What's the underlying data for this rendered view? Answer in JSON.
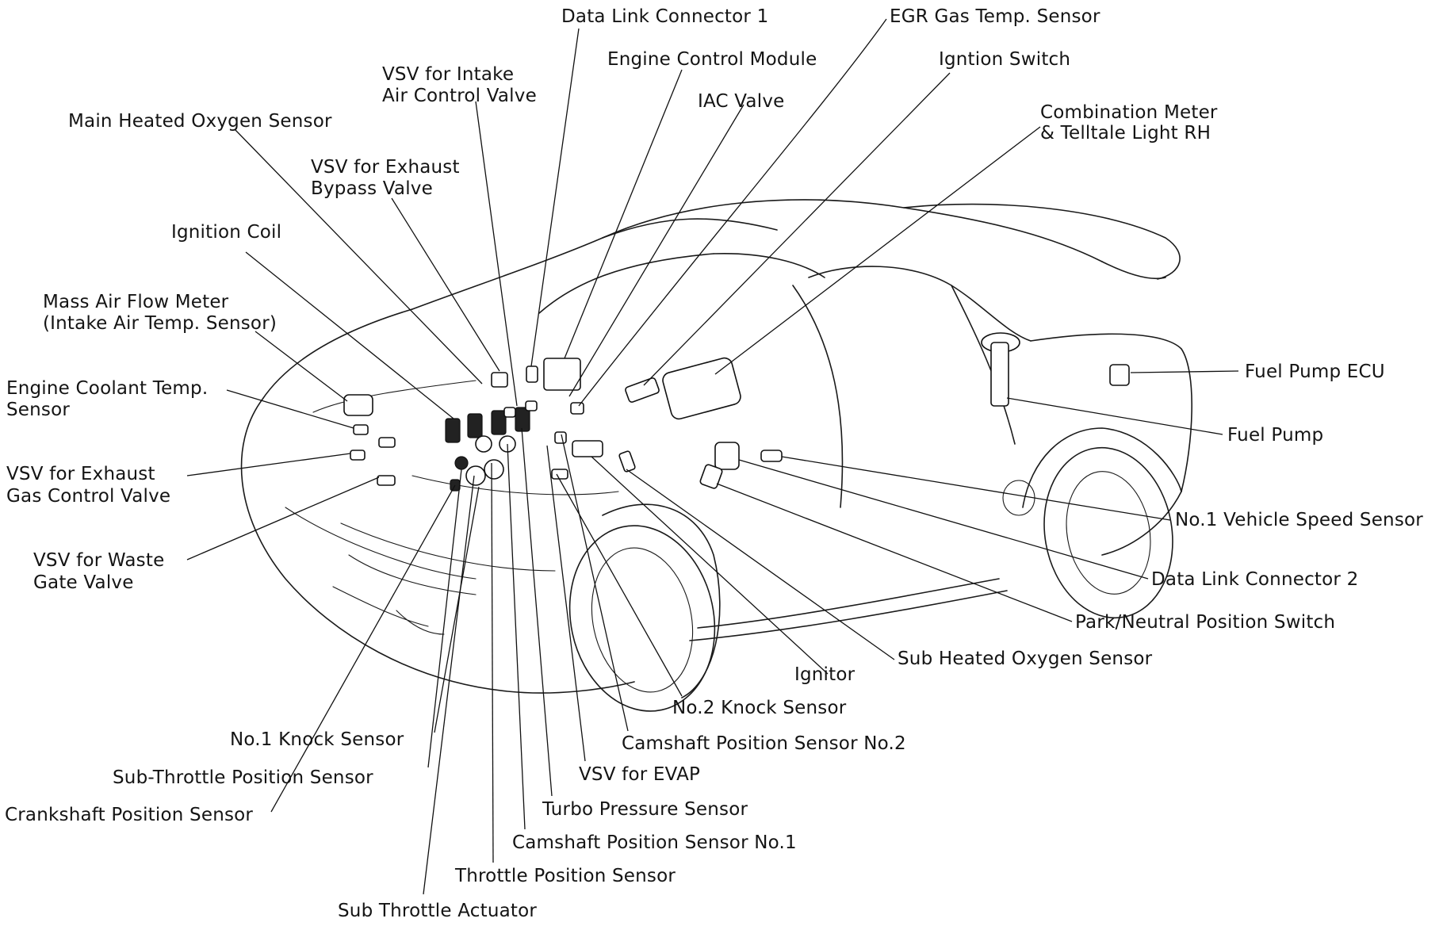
{
  "colors": {
    "ink": "#141414",
    "background": "#ffffff"
  },
  "labels": {
    "data_link_connector_1": "Data Link Connector 1",
    "egr_gas_temp_sensor": "EGR Gas Temp. Sensor",
    "engine_control_module": "Engine Control Module",
    "ignition_switch": "Igntion Switch",
    "vsv_intake_air_control_valve_1": "VSV for Intake",
    "vsv_intake_air_control_valve_2": "Air Control Valve",
    "iac_valve": "IAC Valve",
    "main_heated_oxygen_sensor": "Main Heated Oxygen Sensor",
    "combination_meter_1": "Combination Meter",
    "combination_meter_2": "& Telltale Light RH",
    "vsv_exhaust_bypass_valve_1": "VSV for Exhaust",
    "vsv_exhaust_bypass_valve_2": "Bypass Valve",
    "ignition_coil": "Ignition Coil",
    "mass_air_flow_meter_1": "Mass Air Flow Meter",
    "mass_air_flow_meter_2": "(Intake Air Temp. Sensor)",
    "engine_coolant_temp_sensor_1": "Engine Coolant Temp.",
    "engine_coolant_temp_sensor_2": "Sensor",
    "vsv_exhaust_gas_control_valve_1": "VSV  for Exhaust",
    "vsv_exhaust_gas_control_valve_2": "Gas  Control Valve",
    "vsv_waste_gate_valve_1": "VSV for Waste",
    "vsv_waste_gate_valve_2": "Gate Valve",
    "fuel_pump_ecu": "Fuel Pump ECU",
    "fuel_pump": "Fuel Pump",
    "no1_vehicle_speed_sensor": "No.1 Vehicle Speed Sensor",
    "data_link_connector_2": "Data Link Connector 2",
    "park_neutral_position_switch": "Park/Neutral Position Switch",
    "sub_heated_oxygen_sensor": "Sub Heated Oxygen Sensor",
    "ignitor": "Ignitor",
    "no2_knock_sensor": "No.2 Knock Sensor",
    "camshaft_position_sensor_no2": "Camshaft Position Sensor No.2",
    "vsv_for_evap": "VSV for EVAP",
    "turbo_pressure_sensor": "Turbo Pressure Sensor",
    "camshaft_position_sensor_no1": "Camshaft Position Sensor No.1",
    "throttle_position_sensor": "Throttle Position Sensor",
    "sub_throttle_actuator": "Sub Throttle Actuator",
    "no1_knock_sensor": "No.1 Knock Sensor",
    "sub_throttle_position_sensor": "Sub-Throttle Position Sensor",
    "crankshaft_position_sensor": "Crankshaft Position Sensor"
  }
}
